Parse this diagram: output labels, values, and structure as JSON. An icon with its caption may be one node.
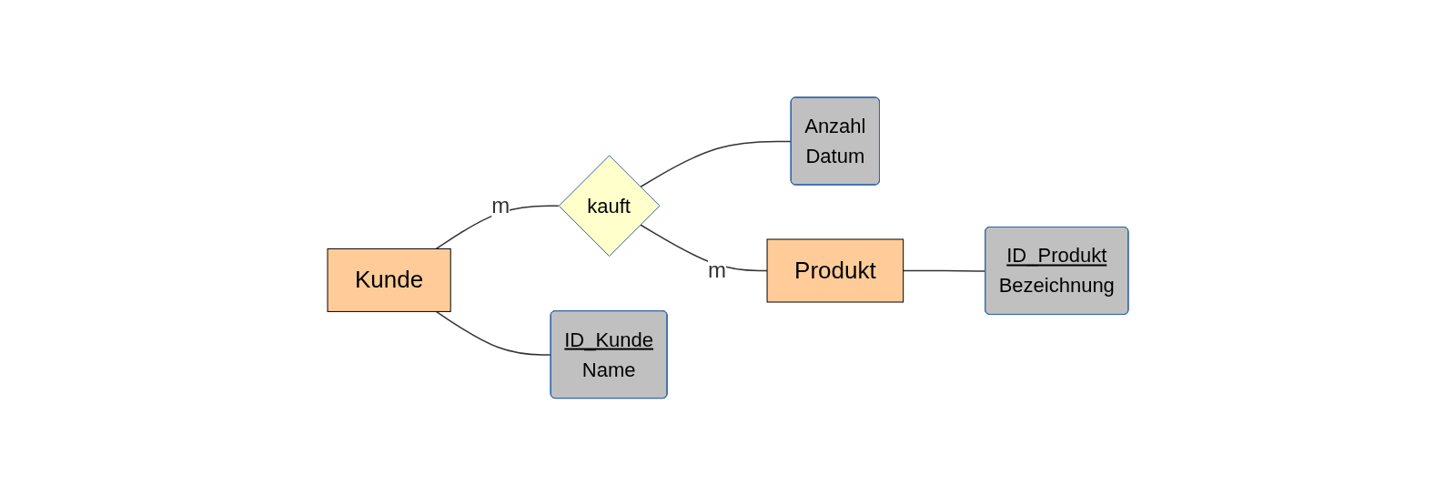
{
  "diagram": {
    "nodes": [
      {
        "text": [
          "Anzahl",
          "Datum"
        ]
      },
      {
        "text": [
          "Kunde"
        ]
      },
      {
        "text": [
          "kauft"
        ]
      },
      {
        "text": [
          "Produkt"
        ]
      },
      {
        "text": [
          "ID_Kunde",
          "Name"
        ]
      },
      {
        "text": [
          "ID_Produkt",
          "Bezeichnung"
        ]
      }
    ],
    "edges": [
      {
        "from": 1,
        "to": 2,
        "arrow": "none",
        "label": "m"
      },
      {
        "from": 2,
        "to": 3,
        "arrow": "none",
        "label": "m"
      },
      {
        "from": 2,
        "to": 0,
        "arrow": "none"
      },
      {
        "from": 1,
        "to": 4,
        "arrow": "none"
      },
      {
        "from": 3,
        "to": 5,
        "arrow": "none"
      }
    ]
  }
}
